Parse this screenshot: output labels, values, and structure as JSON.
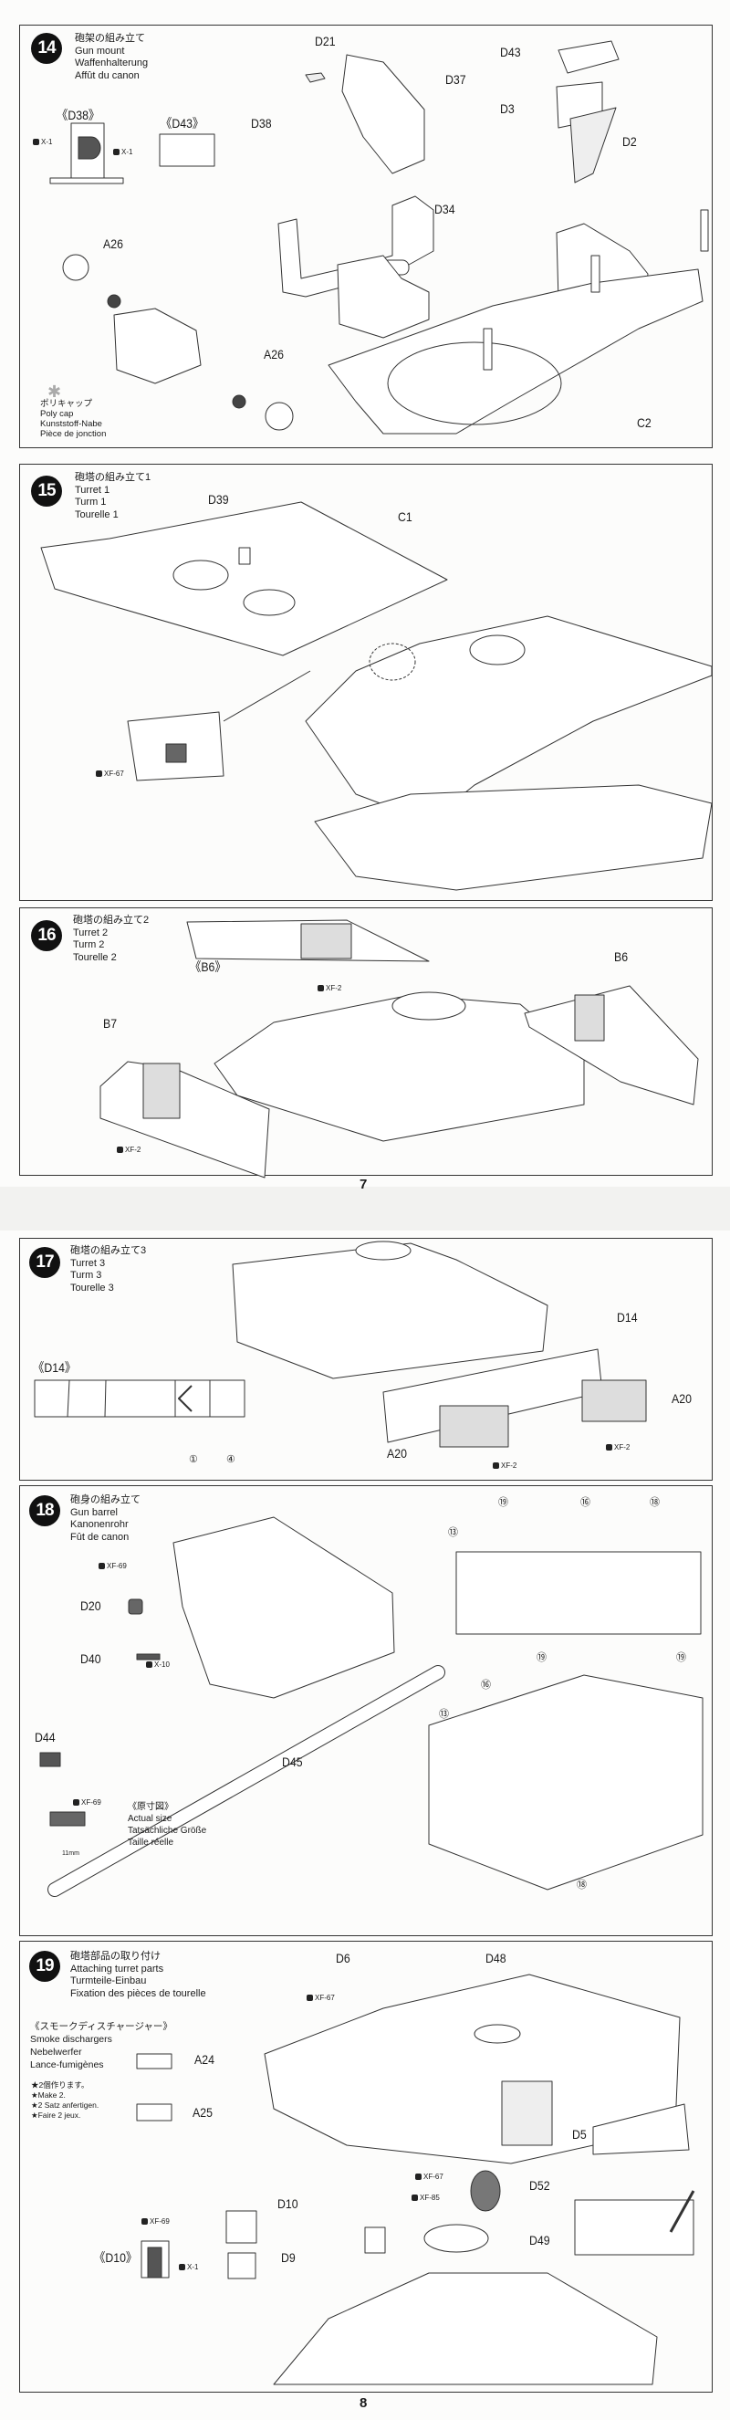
{
  "pages": [
    "7",
    "8"
  ],
  "steps": [
    {
      "number": "14",
      "title": [
        "砲架の組み立て",
        "Gun mount",
        "Waffenhalterung",
        "Affût du canon"
      ],
      "labels": [
        "D21",
        "D37",
        "D43",
        "D3",
        "D2",
        "D38",
        "D34",
        "《D38》",
        "《D43》",
        "A26",
        "A26",
        "C2"
      ],
      "paints": [
        "X-1",
        "X-1"
      ],
      "polycap": [
        "ポリキャップ",
        "Poly cap",
        "Kunststoff-Nabe",
        "Pièce de jonction"
      ]
    },
    {
      "number": "15",
      "title": [
        "砲塔の組み立て1",
        "Turret 1",
        "Turm 1",
        "Tourelle 1"
      ],
      "labels": [
        "D39",
        "C1"
      ],
      "paints": [
        "XF-67"
      ]
    },
    {
      "number": "16",
      "title": [
        "砲塔の組み立て2",
        "Turret 2",
        "Turm 2",
        "Tourelle 2"
      ],
      "labels": [
        "《B6》",
        "B6",
        "B7"
      ],
      "paints": [
        "XF-2",
        "XF-2"
      ]
    },
    {
      "number": "17",
      "title": [
        "砲塔の組み立て3",
        "Turret 3",
        "Turm 3",
        "Tourelle 3"
      ],
      "labels": [
        "《D14》",
        "D14",
        "A20",
        "A20"
      ],
      "paints": [
        "XF-2",
        "XF-2"
      ],
      "decals": [
        "①",
        "④"
      ]
    },
    {
      "number": "18",
      "title": [
        "砲身の組み立て",
        "Gun barrel",
        "Kanonenrohr",
        "Fût de canon"
      ],
      "labels": [
        "D20",
        "D40",
        "D44",
        "D45"
      ],
      "paints": [
        "XF-69",
        "X-10",
        "XF-69"
      ],
      "actual_size": [
        "《原寸図》",
        "Actual size",
        "Tatsächliche Größe",
        "Taille réelle"
      ],
      "dimension": "11mm",
      "decals": [
        "⑲",
        "⑯",
        "⑱",
        "⑬",
        "⑲",
        "⑲",
        "⑯",
        "⑬",
        "⑱"
      ]
    },
    {
      "number": "19",
      "title": [
        "砲塔部品の取り付け",
        "Attaching turret parts",
        "Turmteile-Einbau",
        "Fixation des pièces de tourelle"
      ],
      "labels": [
        "D6",
        "D48",
        "A24",
        "A25",
        "D5",
        "D52",
        "D10",
        "D9",
        "D49",
        "《D10》"
      ],
      "paints": [
        "XF-67",
        "XF-67",
        "XF-85",
        "XF-69",
        "X-1"
      ],
      "smoke": [
        "《スモークディスチャージャー》",
        "Smoke dischargers",
        "Nebelwerfer",
        "Lance-fumigènes"
      ],
      "make2": [
        "★2個作ります。",
        "★Make 2.",
        "★2 Satz anfertigen.",
        "★Faire 2 jeux."
      ]
    }
  ]
}
